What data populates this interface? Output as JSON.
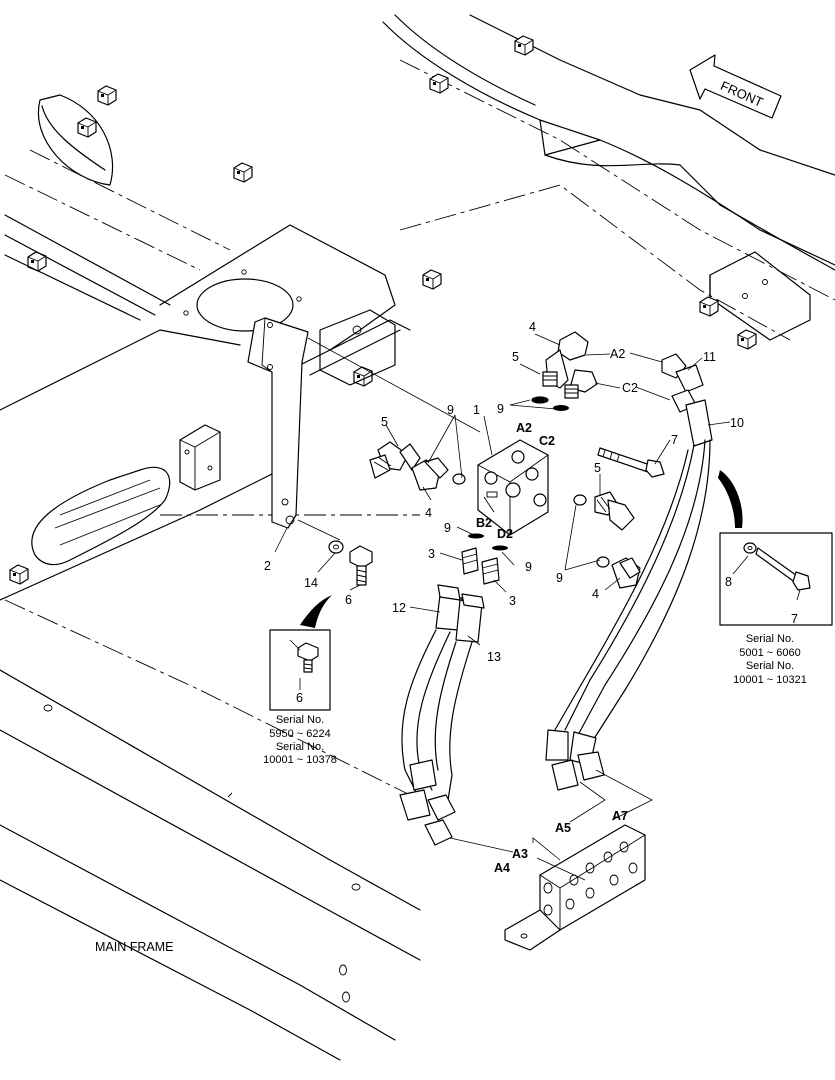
{
  "labels": {
    "front": "FRONT",
    "main_frame": "MAIN FRAME",
    "part_1": "1",
    "part_2": "2",
    "part_3a": "3",
    "part_3b": "3",
    "part_4a": "4",
    "part_4b": "4",
    "part_4c": "4",
    "part_5a": "5",
    "part_5b": "5",
    "part_5c": "5",
    "part_6": "6",
    "part_6_inset": "6",
    "part_7": "7",
    "part_7_inset": "7",
    "part_8": "8",
    "part_9a": "9",
    "part_9b": "9",
    "part_9c": "9",
    "part_9d": "9",
    "part_9e": "9",
    "part_10": "10",
    "part_11": "11",
    "part_12": "12",
    "part_13": "13",
    "part_14": "14",
    "port_a2_hose": "A2",
    "port_c2_hose": "C2",
    "port_a2_valve": "A2",
    "port_c2_valve": "C2",
    "port_b2": "B2",
    "port_d2": "D2",
    "port_a3": "A3",
    "port_a4": "A4",
    "port_a5": "A5",
    "port_a7": "A7"
  },
  "inset_left": {
    "line1": "Serial No.",
    "line2": "5950 ~ 6224",
    "line3": "Serial No.",
    "line4": "10001 ~ 10378"
  },
  "inset_right": {
    "line1": "Serial No.",
    "line2": "5001 ~ 6060",
    "line3": "Serial No.",
    "line4": "10001 ~ 10321"
  }
}
